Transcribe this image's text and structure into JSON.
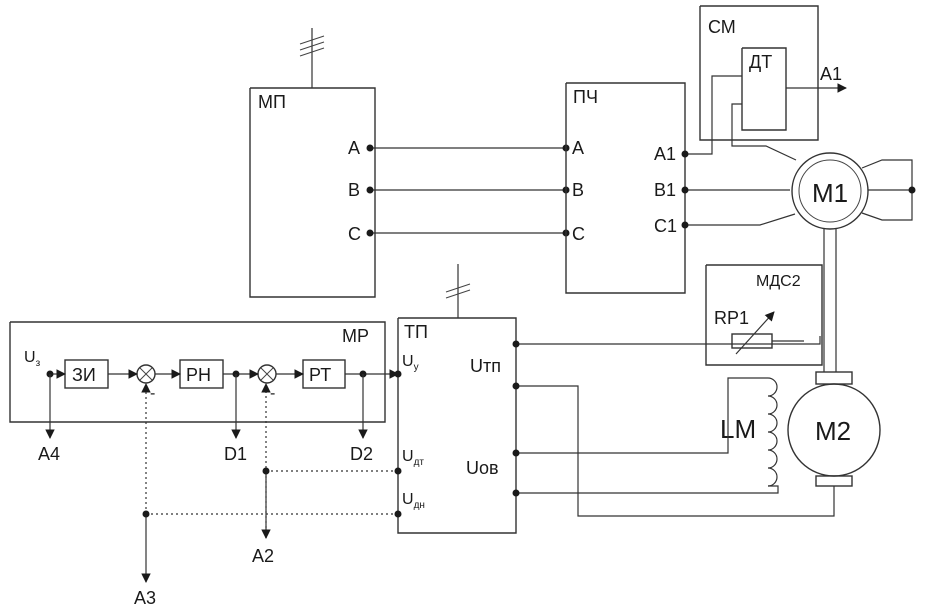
{
  "blocks": {
    "mp": "МП",
    "pch": "ПЧ",
    "sm": "СМ",
    "dt": "ДТ",
    "mds2": "МДС2",
    "rp1": "RP1",
    "mr": "МР",
    "tp": "ТП",
    "zi": "ЗИ",
    "rn": "РН",
    "rt": "РТ",
    "lm": "LM"
  },
  "motors": {
    "m1": "М1",
    "m2": "М2"
  },
  "terminals": {
    "mp_a": "А",
    "mp_b": "В",
    "mp_c": "С",
    "pch_a": "А",
    "pch_b": "В",
    "pch_c": "С",
    "pch_a1": "А1",
    "pch_b1": "В1",
    "pch_c1": "С1"
  },
  "signals": {
    "u_z_main": "U",
    "u_z_sub": "з",
    "u_y_main": "U",
    "u_y_sub": "у",
    "u_dt_main": "U",
    "u_dt_sub": "дт",
    "u_dn_main": "U",
    "u_dn_sub": "дн",
    "u_tp": "Uтп",
    "u_ov": "Uов",
    "minus1": "-",
    "minus2": "-"
  },
  "outputs": {
    "a1": "А1",
    "a2": "А2",
    "a3": "А3",
    "a4": "А4",
    "d1": "D1",
    "d2": "D2"
  },
  "colors": {
    "ink": "#1a1a1a",
    "line": "#333333",
    "paper": "#ffffff"
  }
}
